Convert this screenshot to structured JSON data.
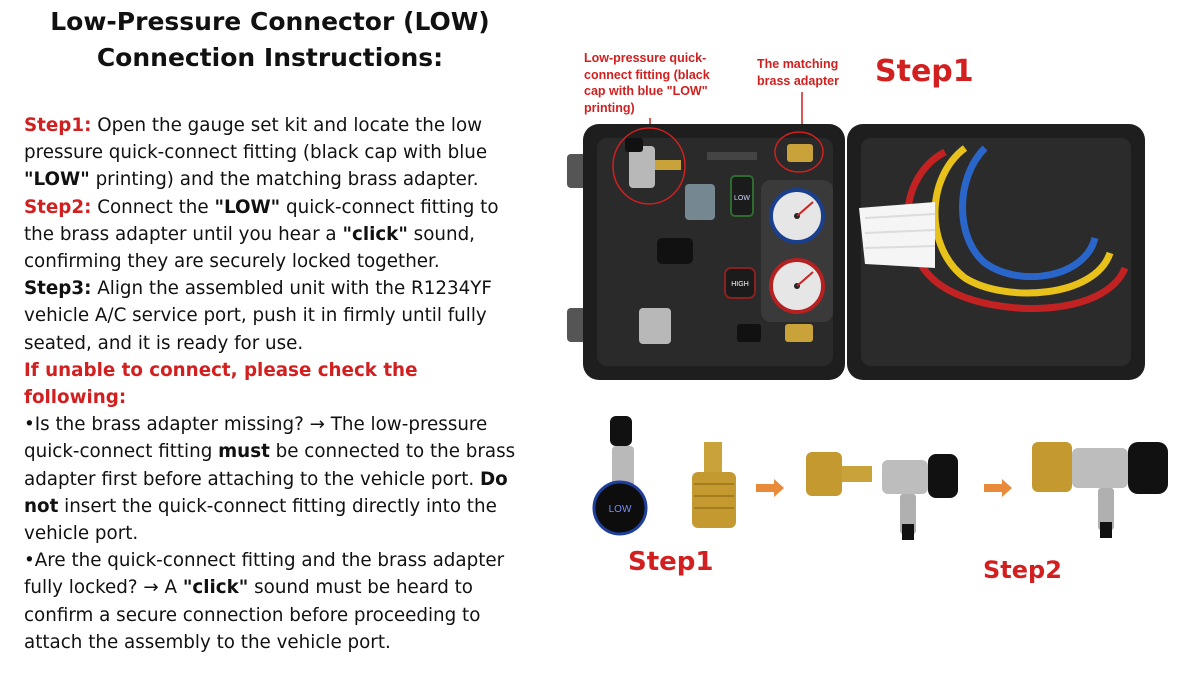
{
  "title": {
    "line1": "Low-Pressure Connector (LOW)",
    "line2": "Connection Instructions:"
  },
  "steps": {
    "step1_label": "Step1:",
    "step1_text": " Open the gauge set kit and locate the low pressure quick-connect fitting (black cap with blue ",
    "step1_low": "\"LOW\"",
    "step1_text2": " printing) and the matching brass adapter.",
    "step2_label": "Step2:",
    "step2_text": " Connect the ",
    "step2_low": "\"LOW\"",
    "step2_text2": " quick-connect fitting to the brass adapter until you hear a ",
    "step2_click": "\"click\"",
    "step2_text3": " sound, confirming they are securely locked together.",
    "step3_label": "Step3:",
    "step3_text": " Align the assembled unit with the R1234YF vehicle A/C service port, push it in firmly until fully seated, and it is ready for use."
  },
  "check": {
    "heading": "If unable to connect, please check the following:",
    "q1_text": "•Is the brass adapter missing? → The low-pressure quick-connect fitting ",
    "q1_must": "must",
    "q1_text2": " be connected to the brass adapter first before attaching to the vehicle port. ",
    "q1_donot": "Do not",
    "q1_text3": " insert the quick-connect fitting directly into the vehicle port.",
    "q2_text": "•Are the quick-connect fitting and the brass adapter fully locked? → A ",
    "q2_click": "\"click\"",
    "q2_text2": " sound must be heard to confirm a secure connection before proceeding to attach the assembly to the vehicle port."
  },
  "photo": {
    "callout_fitting": "Low-pressure quick-connect fitting (black cap with blue \"LOW\" printing)",
    "callout_adapter": "The matching brass adapter",
    "step1_top": "Step1",
    "step1_bottom": "Step1",
    "step2_bottom": "Step2",
    "case_low_label": "LOW",
    "case_high_label": "HIGH",
    "fitting_low_label": "LOW"
  },
  "colors": {
    "accent_red": "#d21f1f",
    "arrow_orange": "#e88a3a",
    "case_black": "#1c1c1c",
    "brass": "#c9a23a"
  }
}
